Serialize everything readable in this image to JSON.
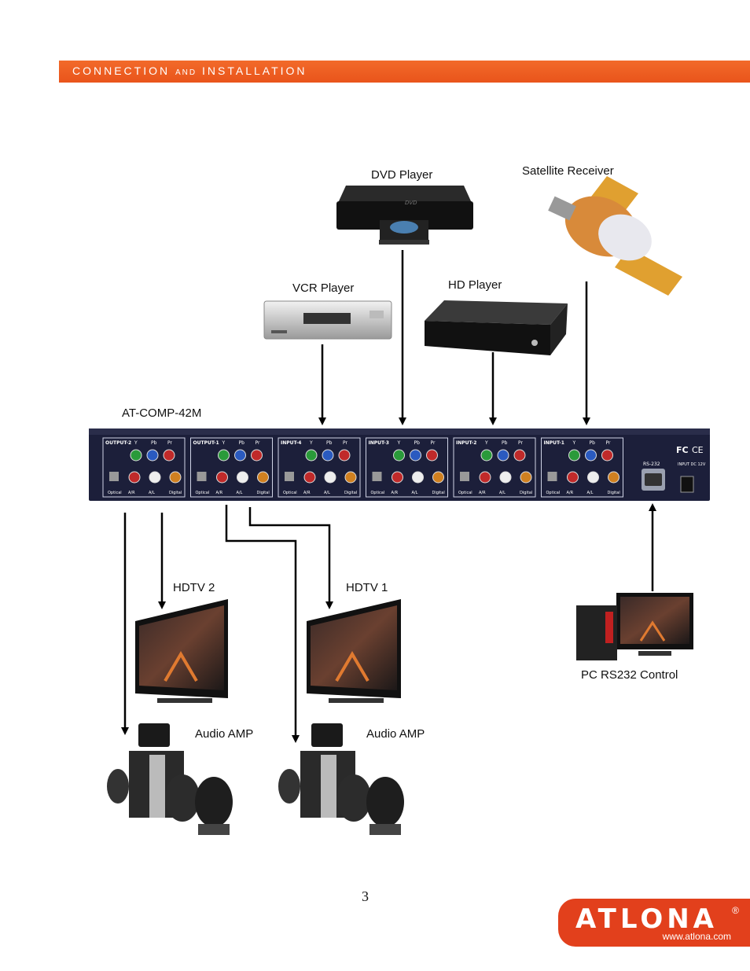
{
  "header": {
    "title_part1": "CONNECTION",
    "title_part2": "AND",
    "title_part3": "INSTALLATION"
  },
  "labels": {
    "dvd": "DVD Player",
    "satellite": "Satellite Receiver",
    "vcr": "VCR Player",
    "hd": "HD Player",
    "device": "AT-COMP-42M",
    "hdtv2": "HDTV 2",
    "hdtv1": "HDTV 1",
    "pc": "PC RS232 Control",
    "amp_left": "Audio AMP",
    "amp_right": "Audio AMP"
  },
  "panel": {
    "sections": [
      "OUTPUT-2",
      "OUTPUT-1",
      "INPUT-4",
      "INPUT-3",
      "INPUT-2",
      "INPUT-1"
    ],
    "jack_labels_top": [
      "Y",
      "Pb",
      "Pr"
    ],
    "jack_labels_bottom": [
      "Optical",
      "A/R",
      "A/L",
      "Digital"
    ],
    "rs232": "RS-232",
    "power": "INPUT DC 12V",
    "fc": "FC",
    "ce": "CE"
  },
  "page_number": "3",
  "logo": {
    "brand": "ATLONA",
    "registered": "®",
    "url": "www.atlona.com"
  }
}
